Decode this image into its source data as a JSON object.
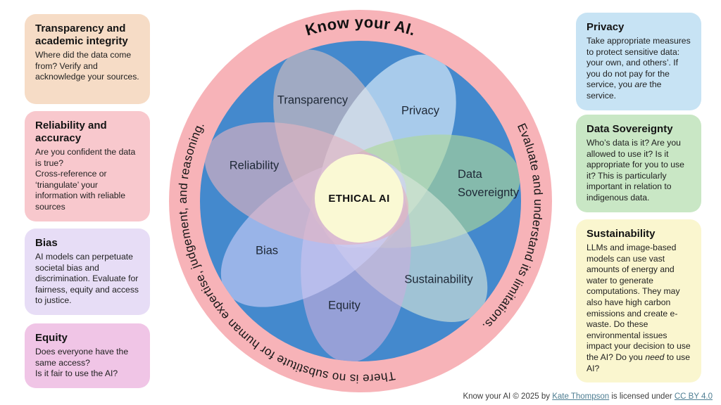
{
  "ring": {
    "top_text": "Know your AI.",
    "right_text": "Evaluate and understand its limitations.",
    "bottom_text": "There is no substitute for human expertise, judgement, and reasoning.",
    "ring_color": "#F7B3B8",
    "inner_color": "#4489CD"
  },
  "center": {
    "label": "ETHICAL AI",
    "bg_color": "#FAF9D4"
  },
  "petals": [
    {
      "label": "Transparency",
      "observed_color": "#A0AAC3"
    },
    {
      "label": "Privacy",
      "observed_color": "#A8CBEB"
    },
    {
      "label": "Data Sovereignty",
      "observed_color": "#85BAAC"
    },
    {
      "label": "Sustainability",
      "observed_color": "#A0C3D5"
    },
    {
      "label": "Equity",
      "observed_color": "#96A0D7"
    },
    {
      "label": "Bias",
      "observed_color": "#99B4E8"
    },
    {
      "label": "Reliability",
      "observed_color": "#A7A3C5"
    }
  ],
  "left_boxes": [
    {
      "title": "Transparency and academic integrity",
      "body": "Where did the data come from? Verify and acknowledge your sources.",
      "bg_color": "#F6DCC6"
    },
    {
      "title": "Reliability and accuracy",
      "body_lines": [
        "Are you confident the data is true?",
        "Cross-reference or ‘triangulate’ your information with reliable sources"
      ],
      "bg_color": "#F8C8CD"
    },
    {
      "title": "Bias",
      "body": "AI models can perpetuate societal bias and discrimination. Evaluate for fairness, equity and access to justice.",
      "bg_color": "#E7DDF6"
    },
    {
      "title": "Equity",
      "body_lines": [
        "Does everyone have the same access?",
        "Is it fair to use the AI?"
      ],
      "bg_color": "#F0C5E6"
    }
  ],
  "right_boxes": [
    {
      "title": "Privacy",
      "body_pre": "Take appropriate measures to protect sensitive data: your own, and others’. If you do not pay for the service, you ",
      "body_italic": "are",
      "body_post": " the service.",
      "bg_color": "#C7E3F4"
    },
    {
      "title": "Data Sovereignty",
      "body": "Who’s data is it? Are you allowed to use it? Is it appropriate for you to use it? This is particularly important in relation to indigenous data.",
      "bg_color": "#C9E7C5"
    },
    {
      "title": "Sustainability",
      "body_pre": "LLMs and image-based models can use vast amounts of energy and water to generate computations.  They may also have high carbon emissions and create e-waste. Do these environmental issues impact your decision to use the AI? Do you ",
      "body_italic": "need",
      "body_post": " to use AI?",
      "bg_color": "#FAF6CF"
    }
  ],
  "footer": {
    "prefix": "Know your AI © 2025 by ",
    "author_link": "Kate Thompson",
    "middle": " is licensed under ",
    "license_link": "CC BY 4.0"
  }
}
